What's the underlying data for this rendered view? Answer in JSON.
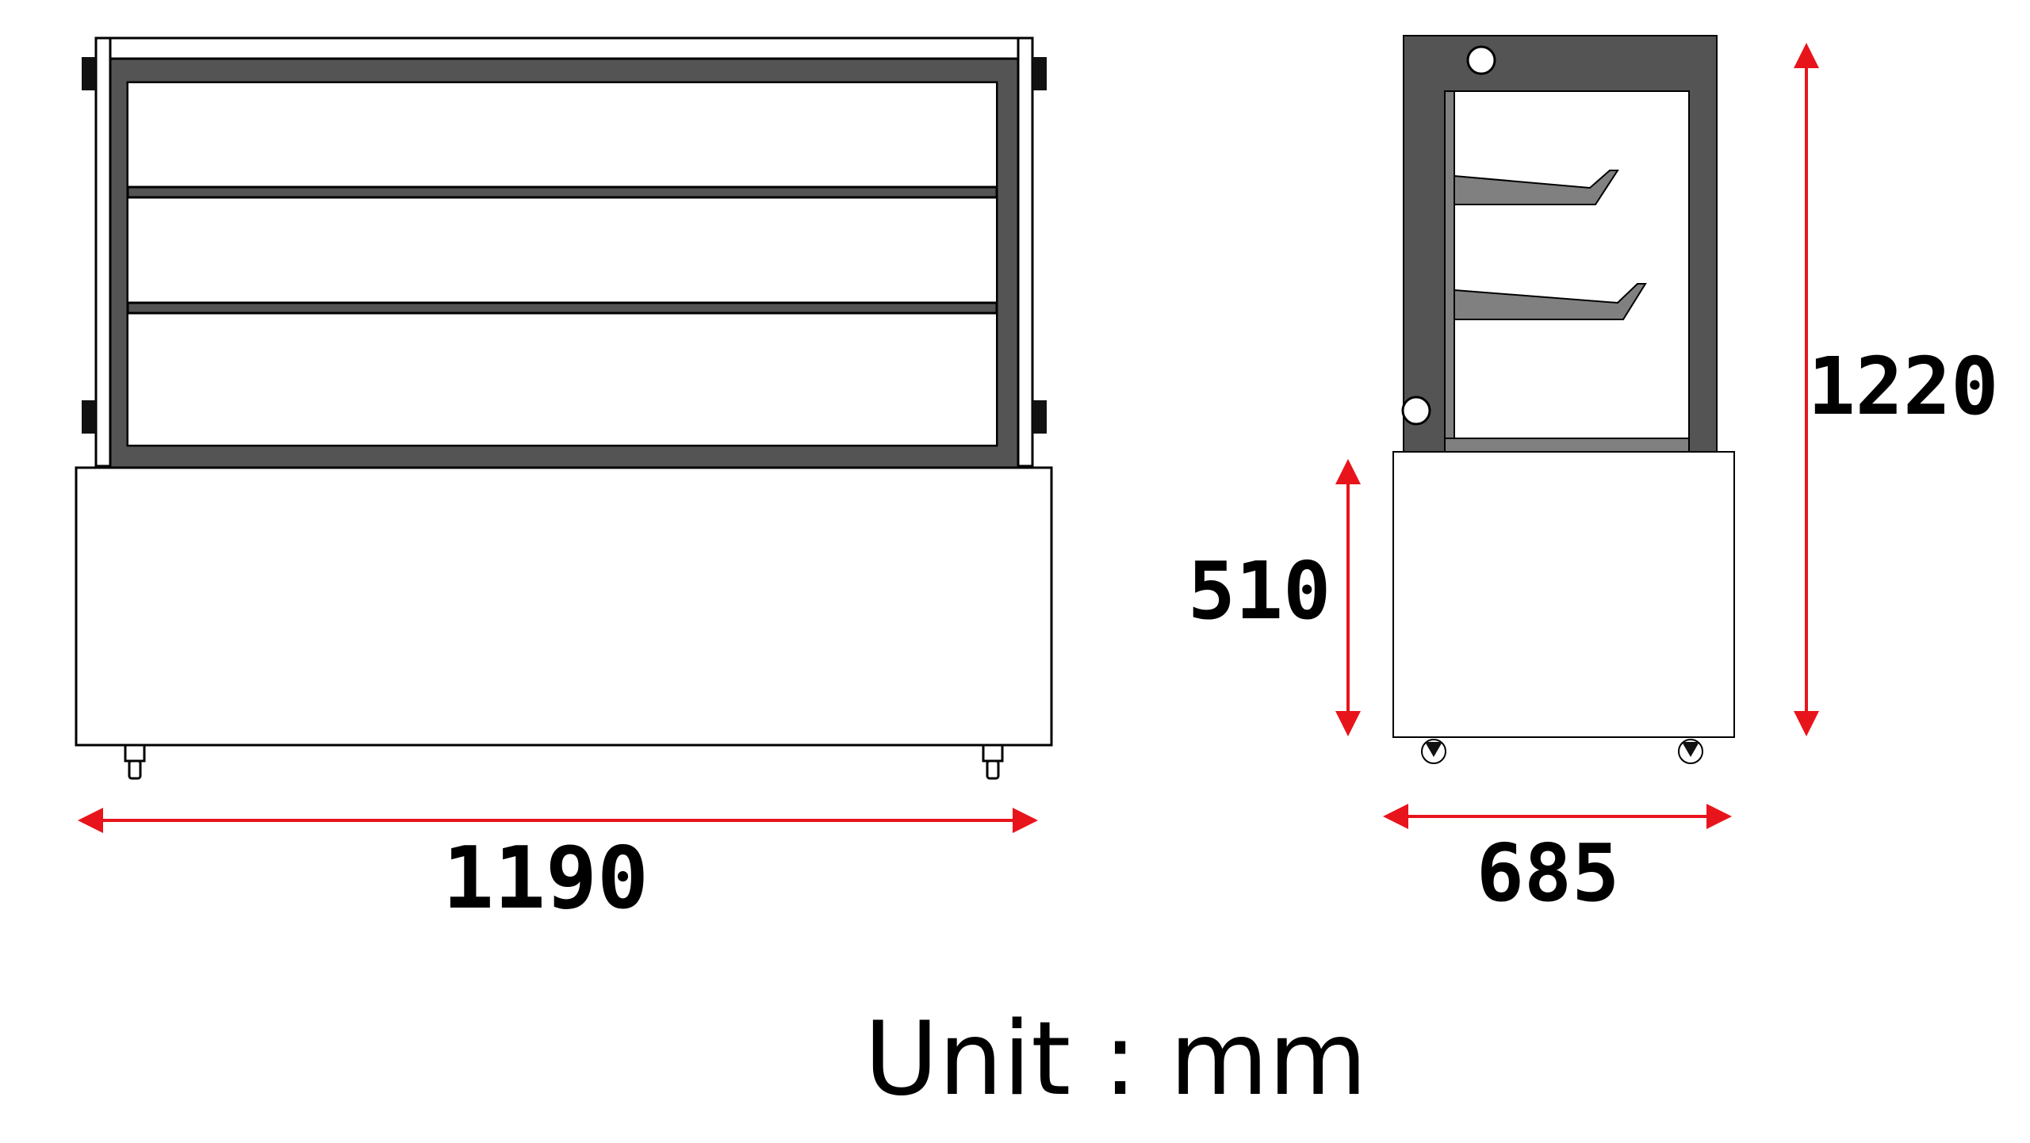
{
  "dimensions": {
    "front_width": "1190",
    "side_depth": "685",
    "total_height": "1220",
    "base_height": "510"
  },
  "unit_label": "Unit : mm",
  "colors": {
    "frame_gray": "#545454",
    "shelf_gray": "#808080",
    "outline": "#000000",
    "dimension_red": "#e8141b",
    "background": "#ffffff"
  }
}
